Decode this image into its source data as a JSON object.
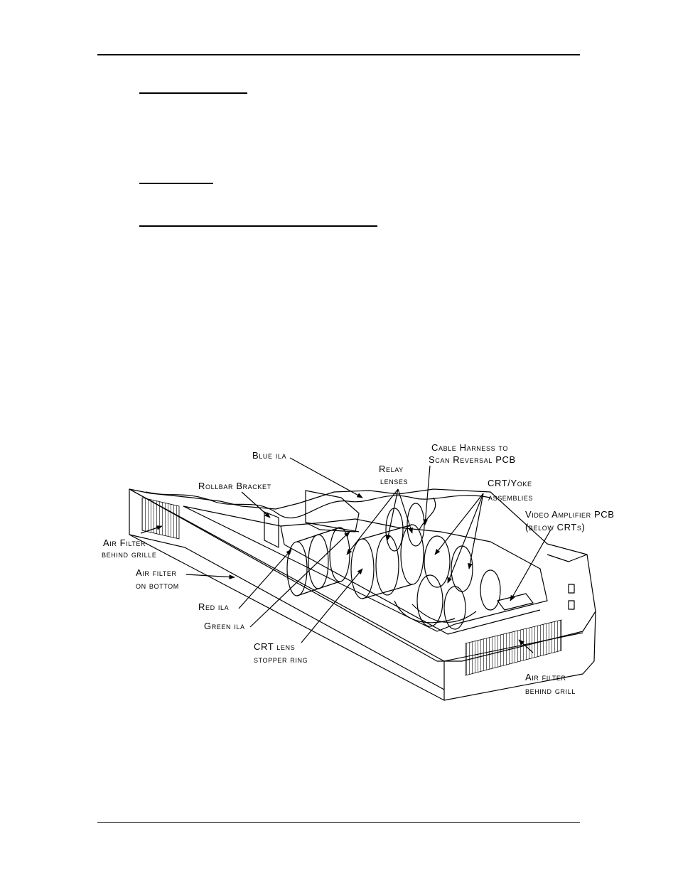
{
  "figure": {
    "labels": {
      "blue_ila": "Blue ila",
      "cable_harness_line1": "Cable Harness to",
      "cable_harness_line2": "Scan Reversal PCB",
      "relay_line1": "Relay",
      "relay_line2": "lenses",
      "rollbar_bracket": "Rollbar Bracket",
      "crt_yoke_line1": "CRT/Yoke",
      "crt_yoke_line2": "assemblies",
      "video_amp_line1": "Video Amplifier PCB",
      "video_amp_line2": "(below CRTs)",
      "air_filter_grille_line1": "Air Filter",
      "air_filter_grille_line2": "behind grille",
      "air_filter_bottom_line1": "Air filter",
      "air_filter_bottom_line2": "on bottom",
      "red_ila": "Red ila",
      "green_ila": "Green ila",
      "crt_lens_line1": "CRT lens",
      "crt_lens_line2": "stopper ring",
      "air_filter_grill_line1": "Air filter",
      "air_filter_grill_line2": "behind grill"
    }
  }
}
